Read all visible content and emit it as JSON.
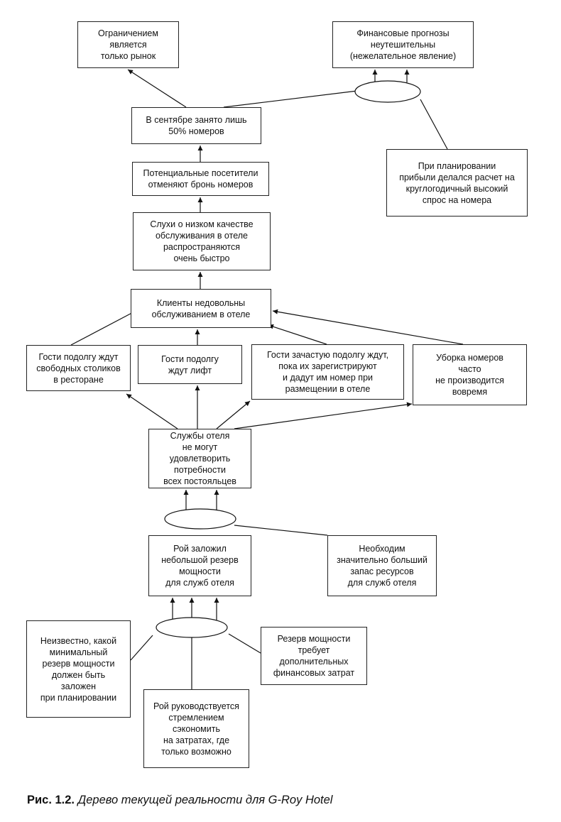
{
  "nodes": {
    "n_market": "Ограничением\nявляется\nтолько рынок",
    "n_forecast": "Финансовые прогнозы\nнеутешительны\n(нежелательное явление)",
    "n_sept": "В сентябре занято лишь\n50% номеров",
    "n_planning": "При планировании\nприбыли делался расчет на\nкруглогодичный высокий\nспрос на номера",
    "n_cancel": "Потенциальные посетители\nотменяют бронь номеров",
    "n_rumors": "Слухи о низком качестве\nобслуживания в отеле\nраспространяются\nочень быстро",
    "n_unhappy": "Клиенты недовольны\nобслуживанием в отеле",
    "n_tables": "Гости подолгу ждут\nсвободных столиков\nв ресторане",
    "n_elevator": "Гости подолгу\nждут лифт",
    "n_checkin": "Гости зачастую подолгу ждут,\nпока их зарегистрируют\nи дадут им номер при\nразмещении в отеле",
    "n_cleaning": "Уборка номеров\nчасто\nне производится\nвовремя",
    "n_services": "Службы отеля\nне могут удовлетворить\nпотребности\nвсех постояльцев",
    "n_reserve": "Рой заложил\nнебольшой резерв\nмощности\nдля служб отеля",
    "n_needmore": "Необходим\nзначительно больший\nзапас ресурсов\nдля служб отеля",
    "n_unknown": "Неизвестно, какой\nминимальный\nрезерв мощности\nдолжен быть\nзаложен\nпри планировании",
    "n_costs": "Резерв мощности\nтребует\nдополнительных\nфинансовых затрат",
    "n_save": "Рой руководствуется\nстремлением\nсэкономить\nна затратах, где\nтолько возможно"
  },
  "caption": {
    "label": "Рис. 1.2.",
    "title": "Дерево текущей реальности для G-Roy Hotel"
  }
}
